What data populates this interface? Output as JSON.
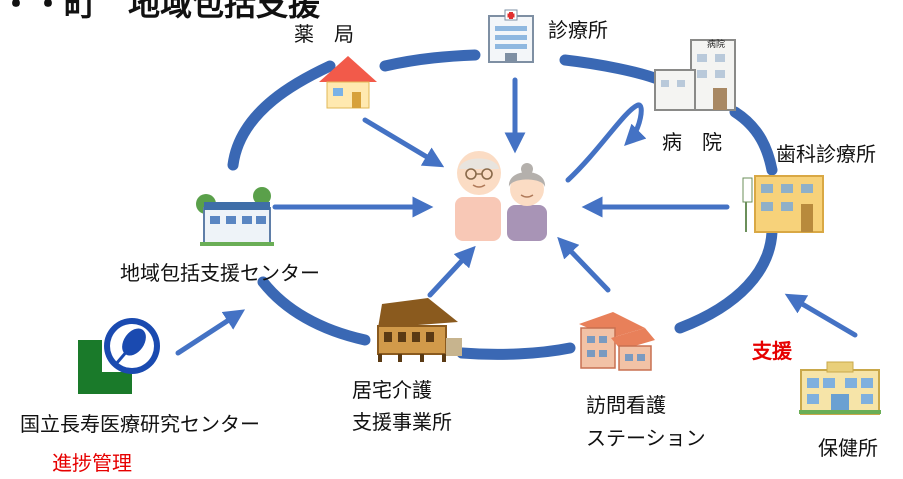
{
  "header": {
    "title_fragment": "・・町　地域包括支援"
  },
  "nodes": {
    "pharmacy": "薬　局",
    "clinic": "診療所",
    "hospital": "病　院",
    "dental": "歯科診療所",
    "community_center": "地域包括支援センター",
    "care_office_line1": "居宅介護",
    "care_office_line2": "支援事業所",
    "visiting_nurse_line1": "訪問看護",
    "visiting_nurse_line2": "ステーション",
    "ncgg": "国立長寿医療研究センター",
    "health_center": "保健所"
  },
  "annotations": {
    "progress": "進捗管理",
    "support": "支援"
  },
  "icons": {
    "hospital_sign": "病院"
  },
  "colors": {
    "ring": "#3a68b4",
    "arrow": "#4472c4",
    "accent_red": "#e60000"
  }
}
